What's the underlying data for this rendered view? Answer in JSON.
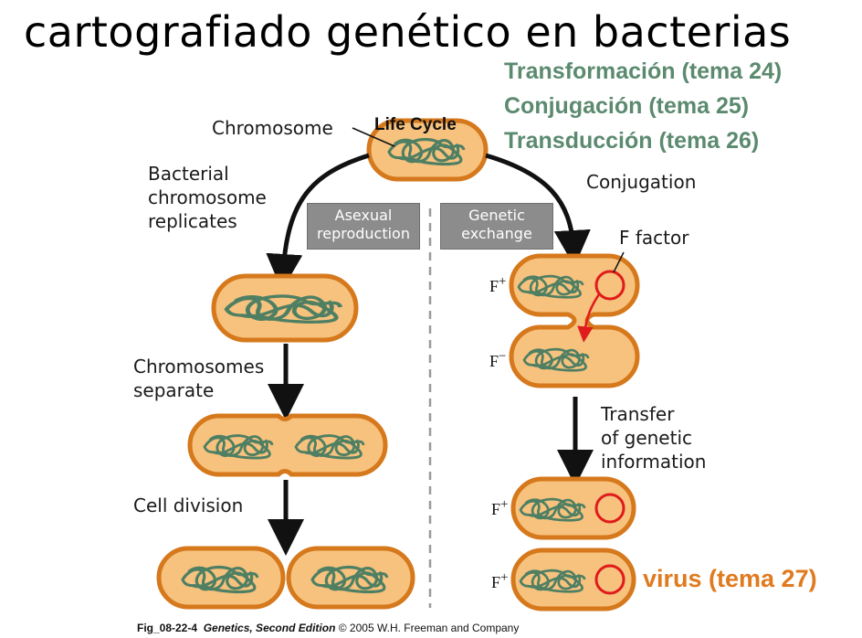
{
  "title": "cartografiado genético en bacterias",
  "topics": [
    "Transformación (tema 24)",
    "Conjugación (tema 25)",
    "Transducción (tema 26)"
  ],
  "life_cycle": "Life Cycle",
  "labels": {
    "chromosome": "Chromosome",
    "replicates_line1": "Bacterial",
    "replicates_line2": "chromosome",
    "replicates_line3": "replicates",
    "separate_line1": "Chromosomes",
    "separate_line2": "separate",
    "cell_division": "Cell division",
    "conjugation": "Conjugation",
    "f_factor": "F factor",
    "transfer_line1": "Transfer",
    "transfer_line2": "of genetic",
    "transfer_line3": "information"
  },
  "boxes": {
    "asexual_line1": "Asexual",
    "asexual_line2": "reproduction",
    "genetic_line1": "Genetic",
    "genetic_line2": "exchange"
  },
  "f_signs": {
    "f_plus": "F",
    "plus": "+",
    "f_minus": "F",
    "minus": "−"
  },
  "virus": "virus (tema 27)",
  "caption": {
    "fig": "Fig_08-22-4",
    "book": "Genetics, Second Edition",
    "copyright": "© 2005 W.H. Freeman and Company"
  },
  "colors": {
    "cell_fill": "#f6c27e",
    "cell_stroke": "#d6781c",
    "dna": "#4f7f63",
    "plasmid": "#e01b1b",
    "box": "#8c8c8c",
    "topic": "#5b8a6f",
    "virus": "#e07a1f"
  }
}
